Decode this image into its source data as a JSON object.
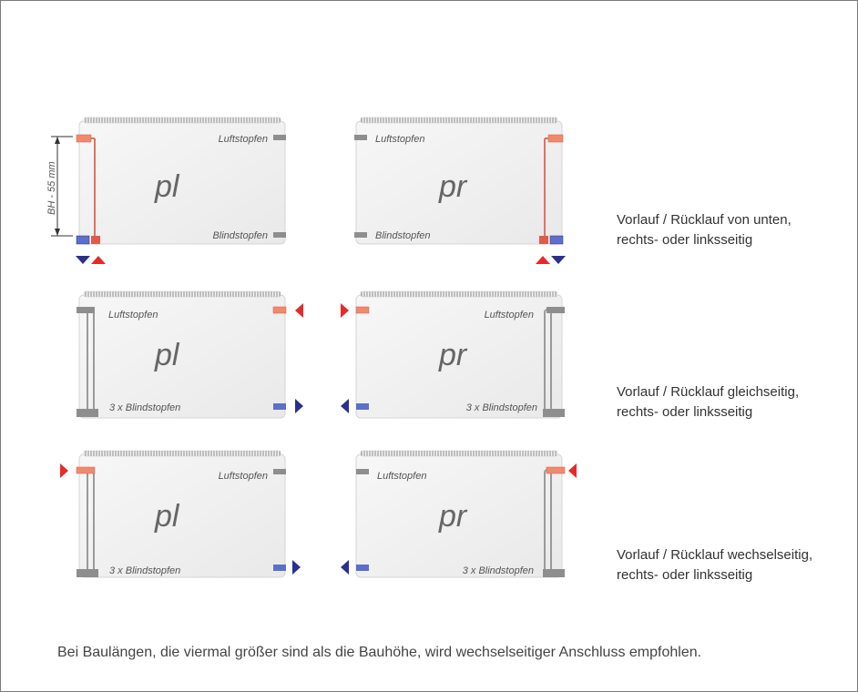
{
  "colors": {
    "flow": "#e52a2a",
    "return": "#2c2f8f",
    "panel": "#f1f1f1",
    "pipe": "#9a9a9a"
  },
  "icons": [
    "red-flow-arrow",
    "blue-return-arrow",
    "plug-icon",
    "valve-icon"
  ],
  "dimension": {
    "label": "BH - 55 mm"
  },
  "labels": {
    "air_plug": "Luftstopfen",
    "blind_plug": "Blindstopfen",
    "blind_plugs_3": "3 x Blindstopfen"
  },
  "rows": [
    {
      "variants": [
        "pl",
        "pr"
      ],
      "description": [
        "Vorlauf / Rücklauf von unten,",
        "rechts- oder linksseitig"
      ]
    },
    {
      "variants": [
        "pl",
        "pr"
      ],
      "description": [
        "Vorlauf / Rücklauf gleichseitig,",
        "rechts- oder linksseitig"
      ]
    },
    {
      "variants": [
        "pl",
        "pr"
      ],
      "description": [
        "Vorlauf / Rücklauf wechselseitig,",
        "rechts- oder linksseitig"
      ]
    }
  ],
  "footnote": "Bei Baulängen, die viermal größer sind als die Bauhöhe, wird wechselseitiger Anschluss empfohlen."
}
